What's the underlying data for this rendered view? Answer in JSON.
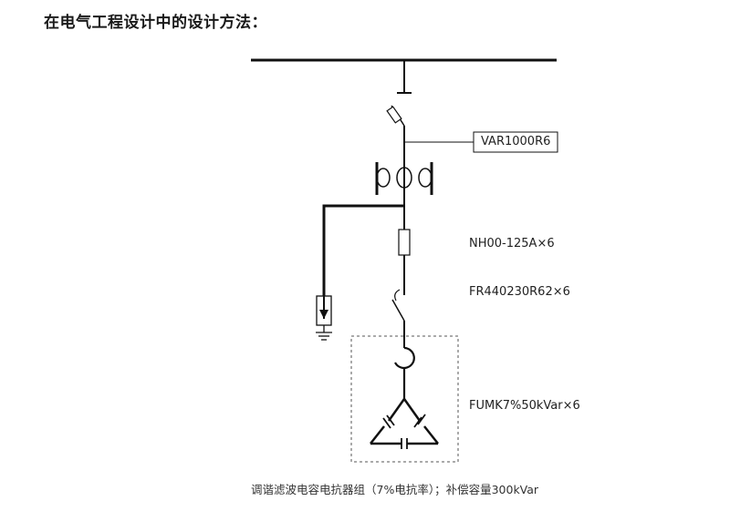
{
  "heading": "在电气工程设计中的设计方法：",
  "labels": {
    "controller": "VAR1000R6",
    "fuse": "NH00-125A×6",
    "switch": "FR440230R62×6",
    "capacitor": "FUMK7%50kVar×6"
  },
  "caption": "调谐滤波电容电抗器组（7%电抗率）；补偿容量300kVar",
  "colors": {
    "line": "#111111",
    "dash": "#555555"
  }
}
